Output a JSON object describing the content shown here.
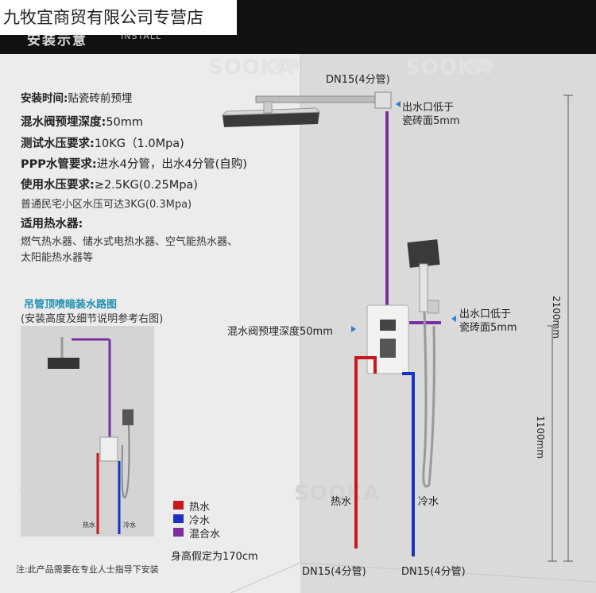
{
  "shop_banner": "九牧宜商贸有限公司专营店",
  "header": {
    "title": "安装示意",
    "subtitle": "INSTALL"
  },
  "watermark": {
    "brand": "SOOKA",
    "brand_cn": "思翰"
  },
  "specs": [
    {
      "label": "安装时间:",
      "value": "贴瓷砖前预埋"
    },
    {
      "label": "混水阀预埋深度:",
      "value": "50mm"
    },
    {
      "label": "测试水压要求:",
      "value": "10KG（1.0Mpa)"
    },
    {
      "label": "PPP水管要求:",
      "value": "进水4分管，出水4分管(自购)"
    },
    {
      "label": "使用水压要求:",
      "value": "≥2.5KG(0.25Mpa)"
    }
  ],
  "pressure_note": "普通民宅小区水压可达3KG(0.3Mpa)",
  "heater_title": "适用热水器:",
  "heater_lines": [
    "燃气热水器、储水式电热水器、空气能热水器、",
    "太阳能热水器等"
  ],
  "mini_caption": "吊管顶喷暗装水路图",
  "mini_caption_sub": "(安装高度及细节说明参考右图)",
  "mini_labels": {
    "hot": "热水",
    "cold": "冷水"
  },
  "legend": [
    {
      "label": "热水",
      "color": "#c8181e"
    },
    {
      "label": "冷水",
      "color": "#1a2fc4"
    },
    {
      "label": "混合水",
      "color": "#7a2fa0"
    }
  ],
  "height_note": "身高假定为170cm",
  "footnote": "注:此产品需要在专业人士指导下安装",
  "diagram": {
    "top_pipe": "DN15(4分管)",
    "outlet_top": [
      "出水口低于",
      "瓷砖面5mm"
    ],
    "outlet_mid": [
      "出水口低于",
      "瓷砖面5mm"
    ],
    "valve_depth": "混水阀预埋深度50mm",
    "hot_label": "热水",
    "cold_label": "冷水",
    "bottom_left": "DN15(4分管)",
    "bottom_right": "DN15(4分管)",
    "dim_total": "2100mm",
    "dim_valve": "1100mm"
  }
}
